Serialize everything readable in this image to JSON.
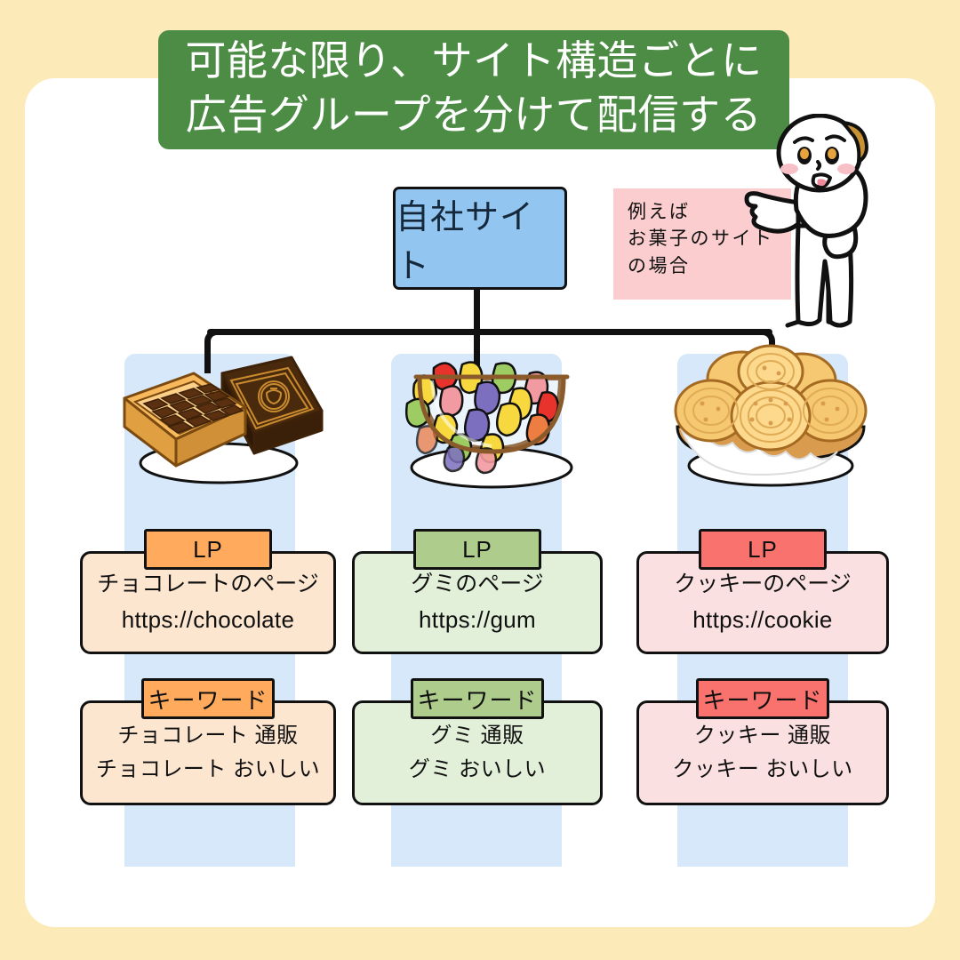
{
  "theme": {
    "page_bg": "#FCEAB9",
    "card_bg": "#FFFFFF",
    "banner_bg": "#4C8C45",
    "strip_bg": "#D6E8FA",
    "site_box_bg": "#92C5EF",
    "callout_bg": "#FBCDCE",
    "line_color": "#111111",
    "orange_tab": "#FFAA5C",
    "orange_fill": "#FCE6D0",
    "green_tab": "#AECD8C",
    "green_fill": "#E2F0DA",
    "red_tab": "#F9726E",
    "red_fill": "#FBE0E1"
  },
  "banner": {
    "line1": "可能な限り、サイト構造ごとに",
    "line2": "広告グループを分けて配信する"
  },
  "site_box": {
    "label": "自社サイト"
  },
  "callout": {
    "line1": "例えば",
    "line2": "お菓子のサイト",
    "line3": "の場合"
  },
  "mascot": {
    "name": "pointing-character"
  },
  "columns": [
    {
      "id": "chocolate",
      "illustration": "chocolate-box-illustration",
      "lp": {
        "tab_label": "LP",
        "page_name": "チョコレートのページ",
        "url": "https://chocolate",
        "tab_color": "#FFAA5C",
        "fill_color": "#FCE6D0"
      },
      "keyword": {
        "tab_label": "キーワード",
        "items": [
          "チョコレート 通販",
          "チョコレート おいしい"
        ],
        "tab_color": "#FFAA5C",
        "fill_color": "#FCE6D0"
      }
    },
    {
      "id": "gummy",
      "illustration": "gummy-bowl-illustration",
      "lp": {
        "tab_label": "LP",
        "page_name": "グミのページ",
        "url": "https://gum",
        "tab_color": "#AECD8C",
        "fill_color": "#E2F0DA"
      },
      "keyword": {
        "tab_label": "キーワード",
        "items": [
          "グミ 通販",
          "グミ おいしい"
        ],
        "tab_color": "#AECD8C",
        "fill_color": "#E2F0DA"
      }
    },
    {
      "id": "cookie",
      "illustration": "cookie-plate-illustration",
      "lp": {
        "tab_label": "LP",
        "page_name": "クッキーのページ",
        "url": "https://cookie",
        "tab_color": "#F9726E",
        "fill_color": "#FBE0E1"
      },
      "keyword": {
        "tab_label": "キーワード",
        "items": [
          "クッキー 通販",
          "クッキー おいしい"
        ],
        "tab_color": "#F9726E",
        "fill_color": "#FBE0E1"
      }
    }
  ]
}
